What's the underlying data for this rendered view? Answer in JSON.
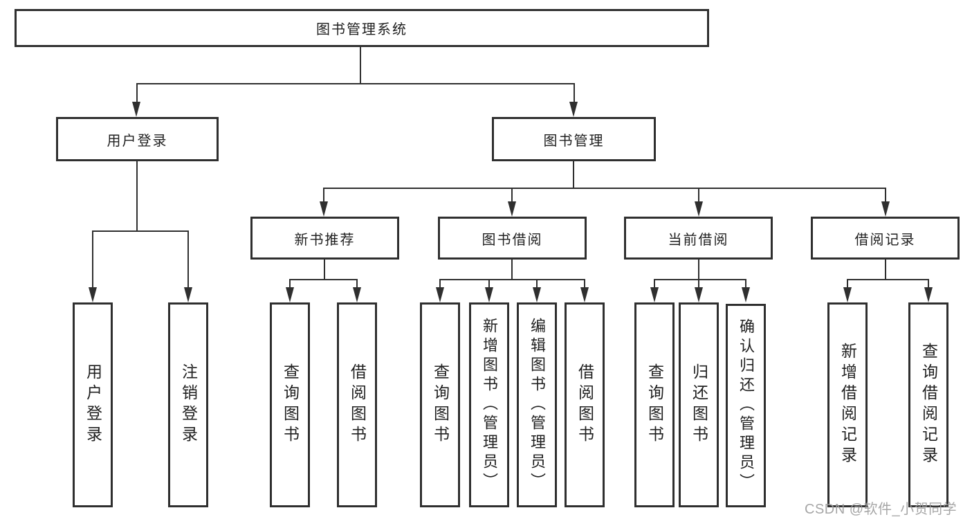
{
  "nodes": {
    "root": "图书管理系统",
    "user_login": "用户登录",
    "book_mgmt": "图书管理",
    "new_book_rec": "新书推荐",
    "book_borrow": "图书借阅",
    "current_borrow": "当前借阅",
    "borrow_record": "借阅记录",
    "leaf_user_login": "用户登录",
    "leaf_logout": "注销登录",
    "leaf_query_book_1": "查询图书",
    "leaf_borrow_book_1": "借阅图书",
    "leaf_query_book_2": "查询图书",
    "leaf_add_book": "新增图书（管理员）",
    "leaf_edit_book": "编辑图书（管理员）",
    "leaf_borrow_book_2": "借阅图书",
    "leaf_query_book_3": "查询图书",
    "leaf_return_book": "归还图书",
    "leaf_confirm_return": "确认归还（管理员）",
    "leaf_add_record": "新增借阅记录",
    "leaf_query_record": "查询借阅记录"
  },
  "hierarchy": {
    "图书管理系统": {
      "用户登录": [
        "用户登录",
        "注销登录"
      ],
      "图书管理": {
        "新书推荐": [
          "查询图书",
          "借阅图书"
        ],
        "图书借阅": [
          "查询图书",
          "新增图书（管理员）",
          "编辑图书（管理员）",
          "借阅图书"
        ],
        "当前借阅": [
          "查询图书",
          "归还图书",
          "确认归还（管理员）"
        ],
        "借阅记录": [
          "新增借阅记录",
          "查询借阅记录"
        ]
      }
    }
  },
  "watermark": "CSDN @软件_小贺同学",
  "colors": {
    "line": "#2f2f2f",
    "box_border": "#2f2f2f",
    "text": "#1f1f1f",
    "background": "#ffffff",
    "watermark": "#9e9e9e"
  }
}
